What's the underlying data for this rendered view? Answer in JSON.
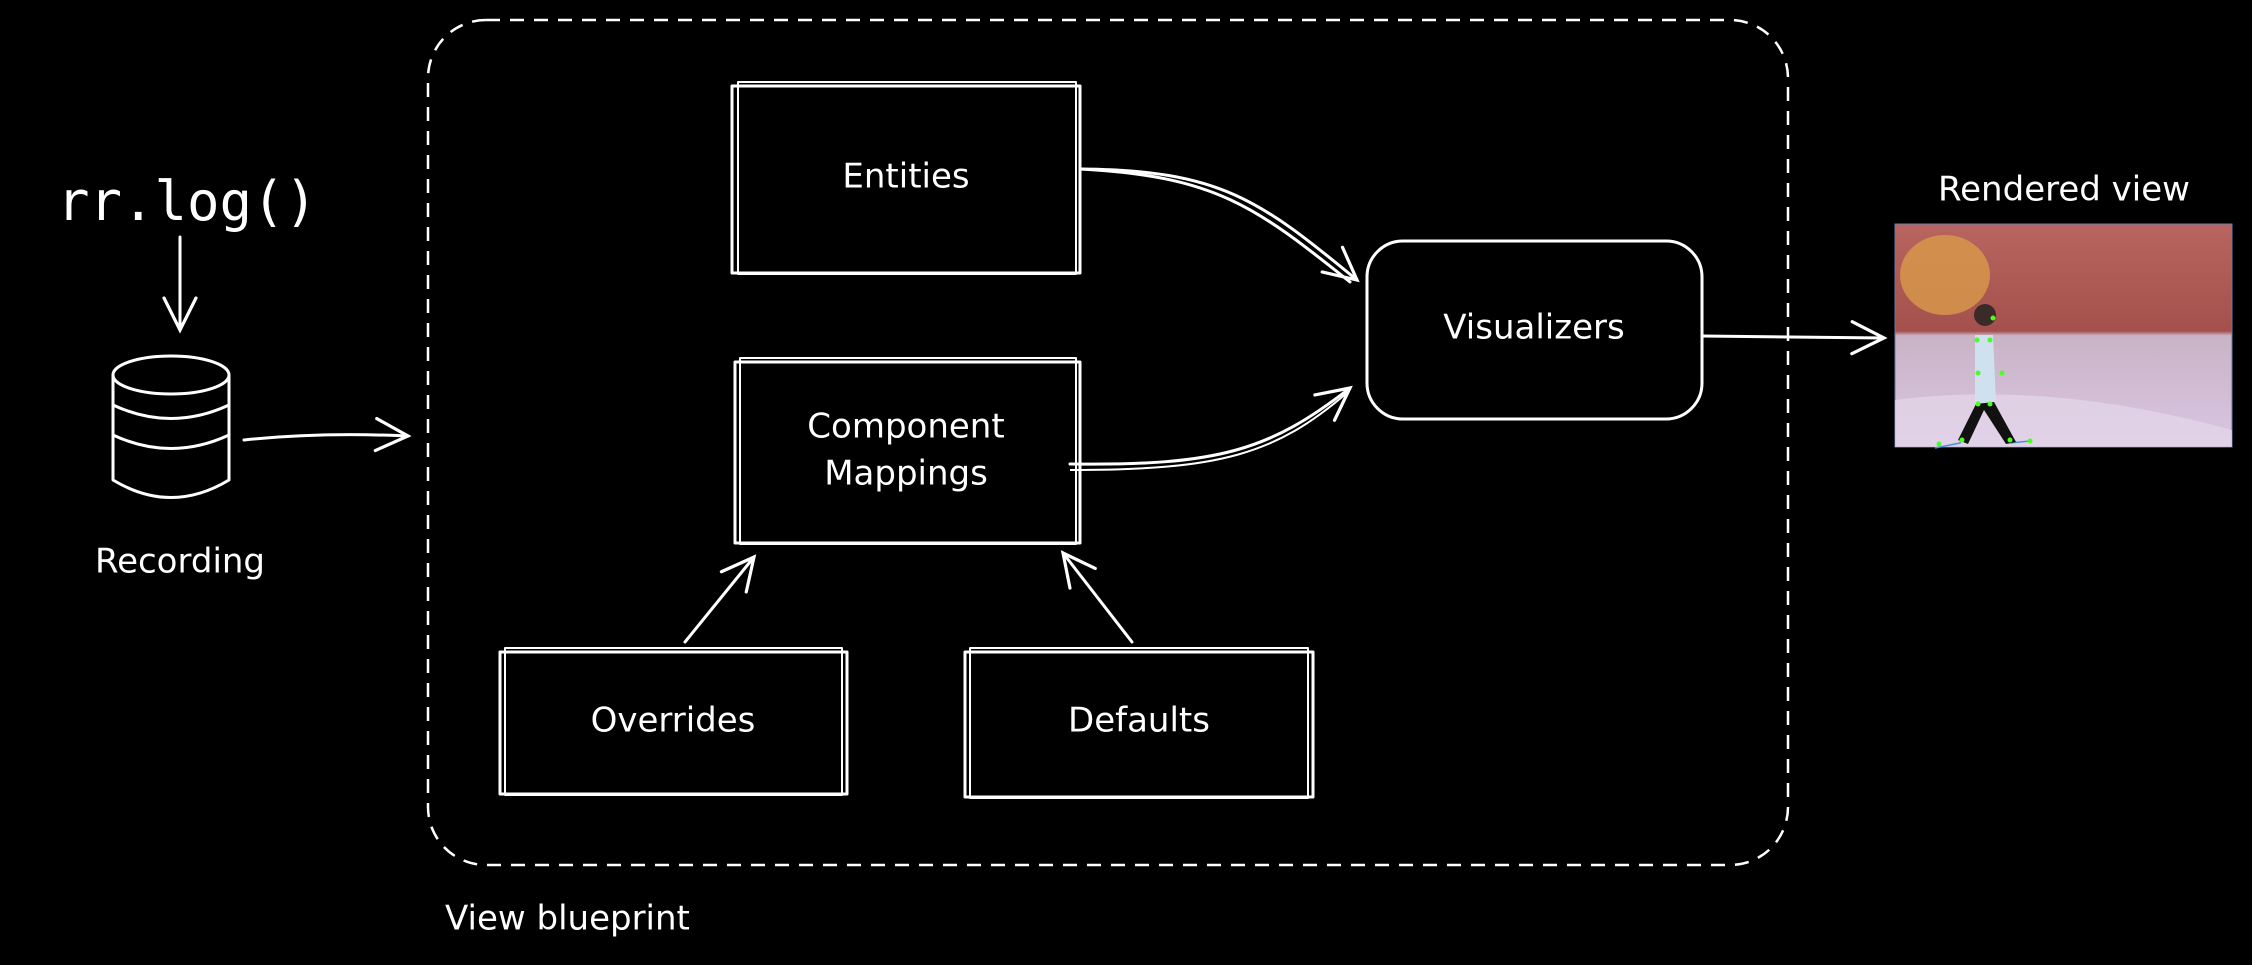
{
  "source": {
    "code": "rr.log()",
    "recording_label": "Recording"
  },
  "blueprint": {
    "label": "View blueprint",
    "boxes": {
      "entities": "Entities",
      "component_mappings_line1": "Component",
      "component_mappings_line2": "Mappings",
      "overrides": "Overrides",
      "defaults": "Defaults"
    }
  },
  "visualizers": {
    "label": "Visualizers"
  },
  "output": {
    "label": "Rendered view",
    "image_description_icon": "walking-person-pose-image"
  },
  "colors": {
    "background": "#000000",
    "stroke": "#ffffff",
    "keypoints": "#4cff20",
    "skeleton": "#4a8fe0"
  }
}
